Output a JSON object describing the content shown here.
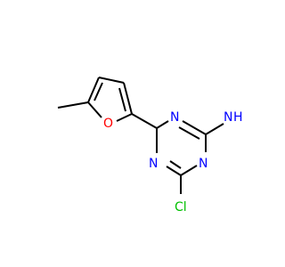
{
  "colors": {
    "bond": "#000000",
    "nitrogen": "#0000ff",
    "oxygen": "#ff0000",
    "chlorine": "#00c000",
    "background": "#ffffff"
  },
  "atoms": {
    "nh2_n": "N",
    "nh2_h": "H",
    "ring_n_top": "N",
    "ring_n_right": "N",
    "ring_n_left": "N",
    "furan_o": "O",
    "cl": "Cl"
  }
}
